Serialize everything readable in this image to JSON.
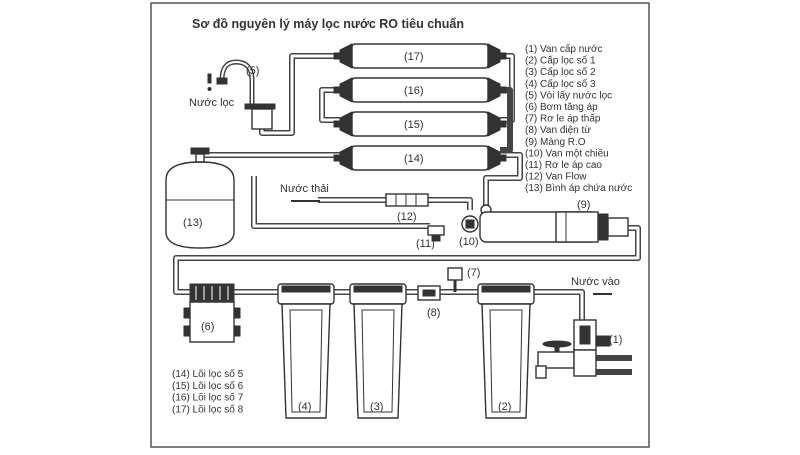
{
  "title": "Sơ đồ nguyên lý máy lọc nước RO tiêu chuẩn",
  "labels": {
    "clean_water": "Nước lọc",
    "waste_water": "Nước thải",
    "inlet_water": "Nước vào"
  },
  "legend_right": [
    "(1) Van cấp nước",
    "(2) Cấp lọc số 1",
    "(3) Cấp lọc số 2",
    "(4) Cấp lọc số 3",
    "(5) Vòi lấy nước lọc",
    "(6) Bơm tăng áp",
    "(7) Rơ le áp thấp",
    "(8) Van điện từ",
    "(9) Màng R.O",
    "(10) Van một chiều",
    "(11) Rơ le áp cao",
    "(12) Van Flow",
    "(13) Bình áp chứa nước"
  ],
  "legend_bottom": [
    "(14) Lõi lọc số 5",
    "(15) Lõi lọc số 6",
    "(16) Lõi lọc số 7",
    "(17) Lõi lọc số 8"
  ],
  "tags": {
    "c1": "(1)",
    "c2": "(2)",
    "c3": "(3)",
    "c4": "(4)",
    "c5": "(5)",
    "c6": "(6)",
    "c7": "(7)",
    "c8": "(8)",
    "c9": "(9)",
    "c10": "(10)",
    "c11": "(11)",
    "c12": "(12)",
    "c13": "(13)",
    "c14": "(14)",
    "c15": "(15)",
    "c16": "(16)",
    "c17": "(17)"
  }
}
